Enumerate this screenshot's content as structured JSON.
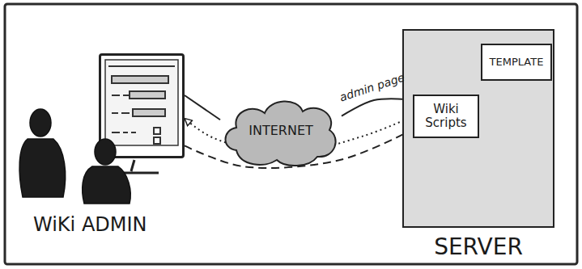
{
  "diagram": {
    "nodes": [
      {
        "text": [
          "WiKi ADMIN"
        ]
      },
      {
        "text": [
          "INTERNET"
        ]
      },
      {
        "text": [
          "SERVER"
        ]
      },
      {
        "text": [
          "TEMPLATE"
        ],
        "in": 2
      },
      {
        "text": [
          "Wiki Scripts"
        ],
        "in": 2
      }
    ],
    "edges": [
      {
        "from": 0,
        "to": 1,
        "arrow": "none"
      },
      {
        "from": 1,
        "to": 4,
        "arrow": "to",
        "label": "admin page"
      },
      {
        "from": 0,
        "to": 4,
        "arrow": "to"
      },
      {
        "from": 4,
        "to": 0,
        "arrow": "to"
      },
      {
        "from": 3,
        "to": 4,
        "arrow": "to"
      }
    ]
  }
}
